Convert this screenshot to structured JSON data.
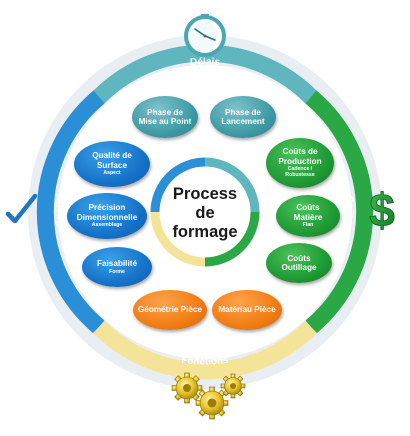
{
  "center": {
    "line1": "Process",
    "line2": "de",
    "line3": "formage"
  },
  "ring": {
    "top_label": "Délais",
    "left_label": "Qualité",
    "right_label": "Coûts",
    "bottom_label": "Fonctions"
  },
  "nodes": {
    "phase_mise_au_point": {
      "line1": "Phase de",
      "line2": "Mise au Point"
    },
    "phase_lancement": {
      "line1": "Phase de",
      "line2": "Lancement"
    },
    "qualite_surface": {
      "line1": "Qualité de",
      "line2": "Surface",
      "sub": "Aspect"
    },
    "precision_dimensionnelle": {
      "line1": "Précision",
      "line2": "Dimensionnelle",
      "sub": "Assemblage"
    },
    "faisabilite": {
      "line1": "Faisabilité",
      "sub": "Forme"
    },
    "couts_production": {
      "line1": "Coûts de",
      "line2": "Production",
      "sub1": "Cadence /",
      "sub2": "Robustesse"
    },
    "couts_matiere": {
      "line1": "Coûts",
      "line2": "Matière",
      "sub": "Flan"
    },
    "couts_outillage": {
      "line1": "Coûts",
      "line2": "Outillage"
    },
    "geometrie_piece": {
      "line1": "Géométrie Pièce"
    },
    "materiau_piece": {
      "line1": "Matériau Pièce"
    }
  },
  "icons": {
    "top": "clock-icon",
    "left": "checkmark-icon",
    "right": "dollar-icon",
    "bottom": "gears-icon"
  },
  "colors": {
    "delais": "#5fb6bf",
    "qualite": "#2a8fd6",
    "couts": "#2aa845",
    "fonctions": "#f3e49a",
    "nodes_teal": "#3f9aa5",
    "nodes_blue": "#1673c8",
    "nodes_green": "#1f9a35",
    "nodes_orange": "#f07d14"
  }
}
